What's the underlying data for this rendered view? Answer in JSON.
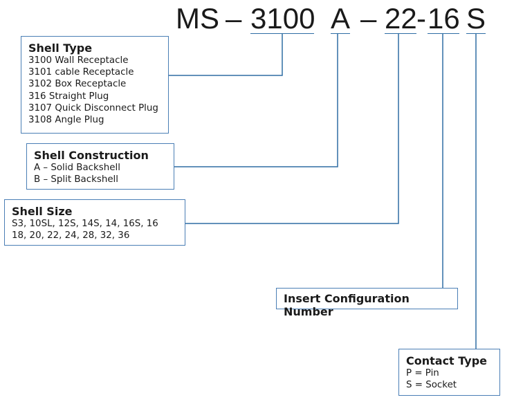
{
  "code": {
    "prefix": "MS",
    "dash1": "–",
    "shell_type": "3100",
    "construction": "A",
    "dash2": "–",
    "size": "22",
    "dash3": "-",
    "insert": "16",
    "contact": "S"
  },
  "shell_type": {
    "title": "Shell Type",
    "items": [
      "3100 Wall Receptacle",
      "3101 cable Receptacle",
      "3102 Box Receptacle",
      "316 Straight Plug",
      "3107 Quick Disconnect Plug",
      "3108 Angle Plug"
    ]
  },
  "shell_construction": {
    "title": "Shell Construction",
    "items": [
      "A – Solid Backshell",
      "B – Split Backshell"
    ]
  },
  "shell_size": {
    "title": "Shell Size",
    "items": [
      "S3, 10SL, 12S, 14S, 14, 16S, 16",
      "18, 20, 22, 24, 28, 32, 36"
    ]
  },
  "insert_configuration": {
    "title": "Insert Configuration Number"
  },
  "contact_type": {
    "title": "Contact Type",
    "items": [
      "P = Pin",
      "S = Socket"
    ]
  },
  "colors": {
    "connector": "#2e6da4",
    "box_border": "#4a7eb5",
    "text": "#1a1a1a"
  }
}
